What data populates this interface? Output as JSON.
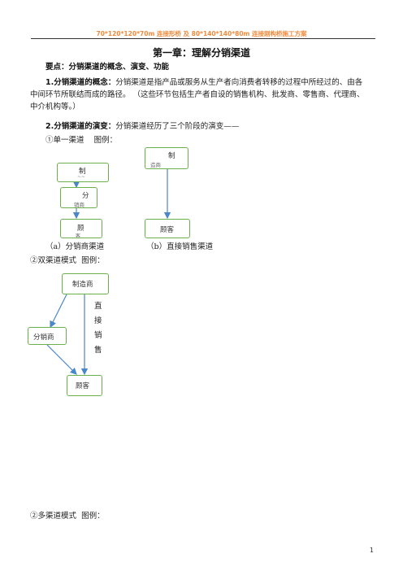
{
  "header": {
    "text": "70*120*120*70m 连接形桥 及 80*140*140*80m 连接刚构桥施工方案"
  },
  "chapter_title": "第一章：理解分销渠道",
  "key_points": "要点：分销渠道的概念、演变、功能",
  "concept": {
    "label": "1.分销渠道的概念：",
    "line1": "分销渠道是指产品或服务从生产者向消费者转移的过程中所经过的、由各",
    "line2": "中间环节所联结而成的路径。 （这些环节包括生产者自设的销售机构、批发商、零售商、代理商、",
    "line3": "中介机构等。）"
  },
  "evolution": {
    "label": "2.分销渠道的演变：",
    "text": "分销渠道经历了三个阶段的演变——"
  },
  "single_channel": {
    "heading": "①单一渠道",
    "example": "图例：",
    "box_manufacturer_a": "制",
    "box_manufacturer_a_sub": "~~",
    "box_distributor": "分",
    "box_distributor_sub": "销商",
    "box_customer_a": "顾",
    "box_customer_a_sub": "客",
    "box_manufacturer_b": "制",
    "box_manufacturer_b_sub": "造商",
    "box_customer_b": "顾客",
    "caption_a": "（a）分销商渠道",
    "caption_b": "（b）直接销售渠道"
  },
  "dual_channel": {
    "heading": "②双渠道模式",
    "example": "图例：",
    "box_manufacturer": "制造商",
    "box_distributor": "分销商",
    "box_customer": "顾客",
    "direct_sales": [
      "直",
      "接",
      "销",
      "售"
    ]
  },
  "multi_channel": {
    "heading": "②多渠道模式",
    "example": "图例："
  },
  "page_number": "1",
  "colors": {
    "header_text": "#f08a3c",
    "box_border": "#6ab04c",
    "arrow": "#4a86c8"
  }
}
